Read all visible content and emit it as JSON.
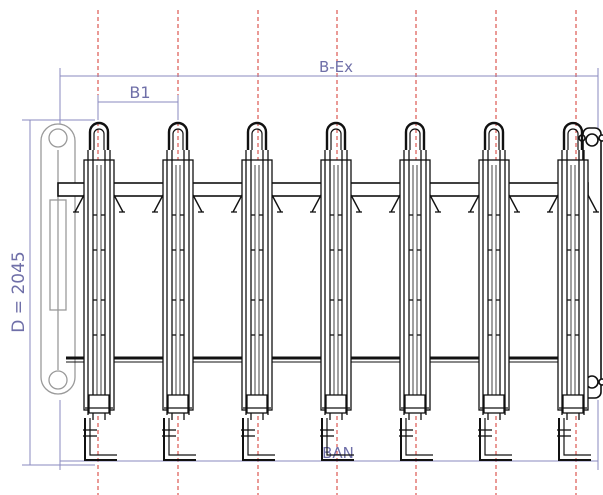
{
  "dimensions": {
    "overall_width_label": "B-Ex",
    "pitch_label": "B1",
    "depth_label": "D = 2045",
    "base_width_label": "BAN"
  },
  "rack": {
    "unit_count": 7
  },
  "colors": {
    "dimension_line": "#8a8abf",
    "dimension_text": "#6f6fa8",
    "center_line": "#d4342c",
    "steel": "#111111",
    "wall_plate": "#9a9a9a"
  }
}
